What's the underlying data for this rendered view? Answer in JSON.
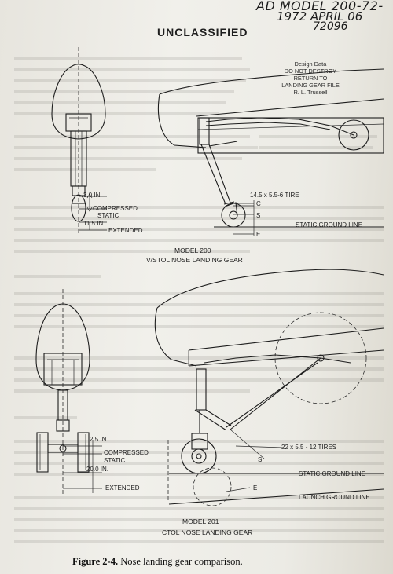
{
  "handwritten": {
    "line1": "AD MODEL 200-72-",
    "line2": "1972 APRIL 06",
    "line3": "72096"
  },
  "header": "UNCLASSIFIED",
  "stamp": {
    "line1": "Design Data",
    "line2": "DO NOT DESTROY",
    "line3": "RETURN TO",
    "line4": "LANDING GEAR FILE",
    "line5": "R. L. Trussell"
  },
  "model200": {
    "dim_top": "3.0 IN.",
    "compressed": "COMPRESSED",
    "static": "STATIC",
    "dim_bottom": "11.5 IN.",
    "extended": "EXTENDED",
    "tire": "14.5 x 5.5-6 TIRE",
    "pt_c": "C",
    "pt_s": "S",
    "pt_e": "E",
    "ground": "STATIC GROUND LINE",
    "title1": "MODEL 200",
    "title2": "V/STOL NOSE LANDING GEAR"
  },
  "model201": {
    "dim_top": "2.5 IN.",
    "compressed": "COMPRESSED",
    "static": "STATIC",
    "dim_bottom": "20.0 IN.",
    "extended": "EXTENDED",
    "tires": "22 x 5.5 - 12 TIRES",
    "pt_s": "S",
    "pt_e": "E",
    "ground": "STATIC GROUND LINE",
    "launch": "LAUNCH GROUND LINE",
    "title1": "MODEL 201",
    "title2": "CTOL NOSE LANDING GEAR"
  },
  "caption": {
    "figure": "Figure 2-4.",
    "text": "Nose landing gear comparison."
  }
}
